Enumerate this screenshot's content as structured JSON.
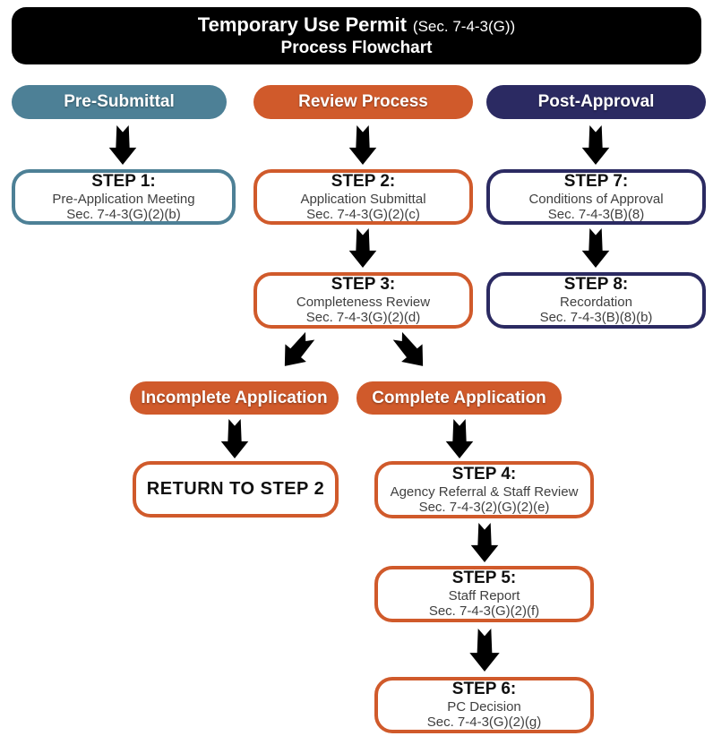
{
  "header": {
    "title": "Temporary Use Permit",
    "section_ref": "(Sec. 7-4-3(G))",
    "subtitle": "Process Flowchart"
  },
  "colors": {
    "teal": "#4d8096",
    "orange": "#d05a2b",
    "navy": "#2b2a62",
    "header_bg": "#000000",
    "step_subtext": "#3f3f3f"
  },
  "lanes": [
    {
      "label": "Pre-Submittal"
    },
    {
      "label": "Review Process"
    },
    {
      "label": "Post-Approval"
    }
  ],
  "steps": [
    {
      "title": "STEP 1:",
      "name": "Pre-Application Meeting",
      "section": "Sec. 7-4-3(G)(2)(b)"
    },
    {
      "title": "STEP 2:",
      "name": "Application Submittal",
      "section": "Sec. 7-4-3(G)(2)(c)"
    },
    {
      "title": "STEP 3:",
      "name": "Completeness Review",
      "section": "Sec. 7-4-3(G)(2)(d)"
    },
    {
      "title": "STEP 4:",
      "name": "Agency Referral & Staff Review",
      "section": "Sec. 7-4-3(2)(G)(2)(e)"
    },
    {
      "title": "STEP 5:",
      "name": "Staff Report",
      "section": "Sec. 7-4-3(G)(2)(f)"
    },
    {
      "title": "STEP 6:",
      "name": "PC Decision",
      "section": "Sec. 7-4-3(G)(2)(g)"
    },
    {
      "title": "STEP 7:",
      "name": "Conditions of Approval",
      "section": "Sec. 7-4-3(B)(8)"
    },
    {
      "title": "STEP 8:",
      "name": "Recordation",
      "section": "Sec. 7-4-3(B)(8)(b)"
    }
  ],
  "branches": {
    "incomplete_label": "Incomplete Application",
    "complete_label": "Complete Application",
    "return_label": "RETURN TO STEP 2"
  }
}
